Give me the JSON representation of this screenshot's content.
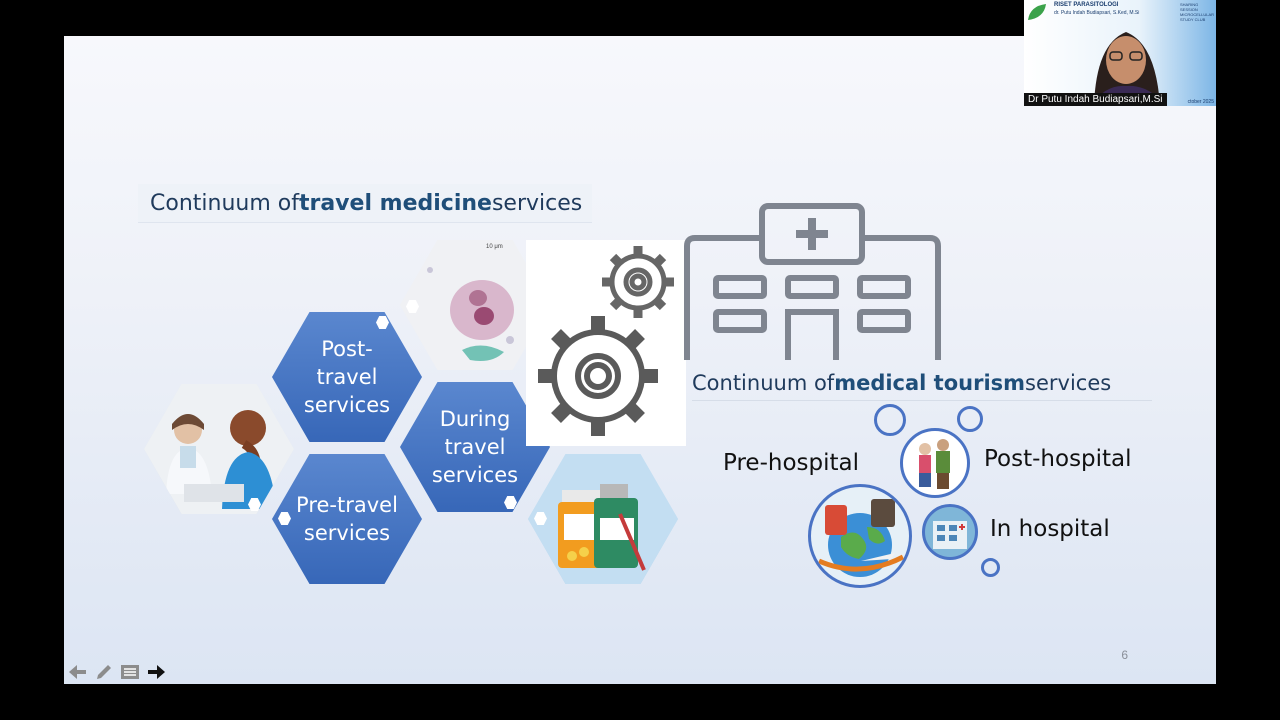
{
  "slide": {
    "title_prefix": "Continuum of ",
    "title_bold": "travel medicine",
    "title_suffix": " services",
    "mt_prefix": "Continuum of ",
    "mt_bold": "medical tourism",
    "mt_suffix": " services",
    "hex_post": "Post-\ntravel\nservices",
    "hex_during": "During\ntravel\nservices",
    "hex_pre": "Pre-travel\nservices",
    "micro_scale": "10 μm",
    "label_pre_hospital": "Pre-hospital",
    "label_post_hospital": "Post-hospital",
    "label_in_hospital": "In hospital",
    "page_number": "6"
  },
  "webcam": {
    "banner_title": "RISET PARASITOLOGI",
    "banner_subtitle": "dr. Putu Indah Budiapsari, S.Ked, M.Si",
    "participant_name": "Dr Putu Indah Budiapsari,M.Si",
    "banner_side": "SHARING SESSION MICROCELLULAR STUDY CLUB",
    "date_fragment": "ctober 2025"
  },
  "nav": {
    "back": "back-arrow-icon",
    "pen": "pen-icon",
    "menu": "slides-menu-icon",
    "next": "forward-arrow-icon"
  },
  "colors": {
    "accent_blue": "#3767b8",
    "hospital_gray": "#7f8590",
    "title_blue": "#1f4e79"
  }
}
